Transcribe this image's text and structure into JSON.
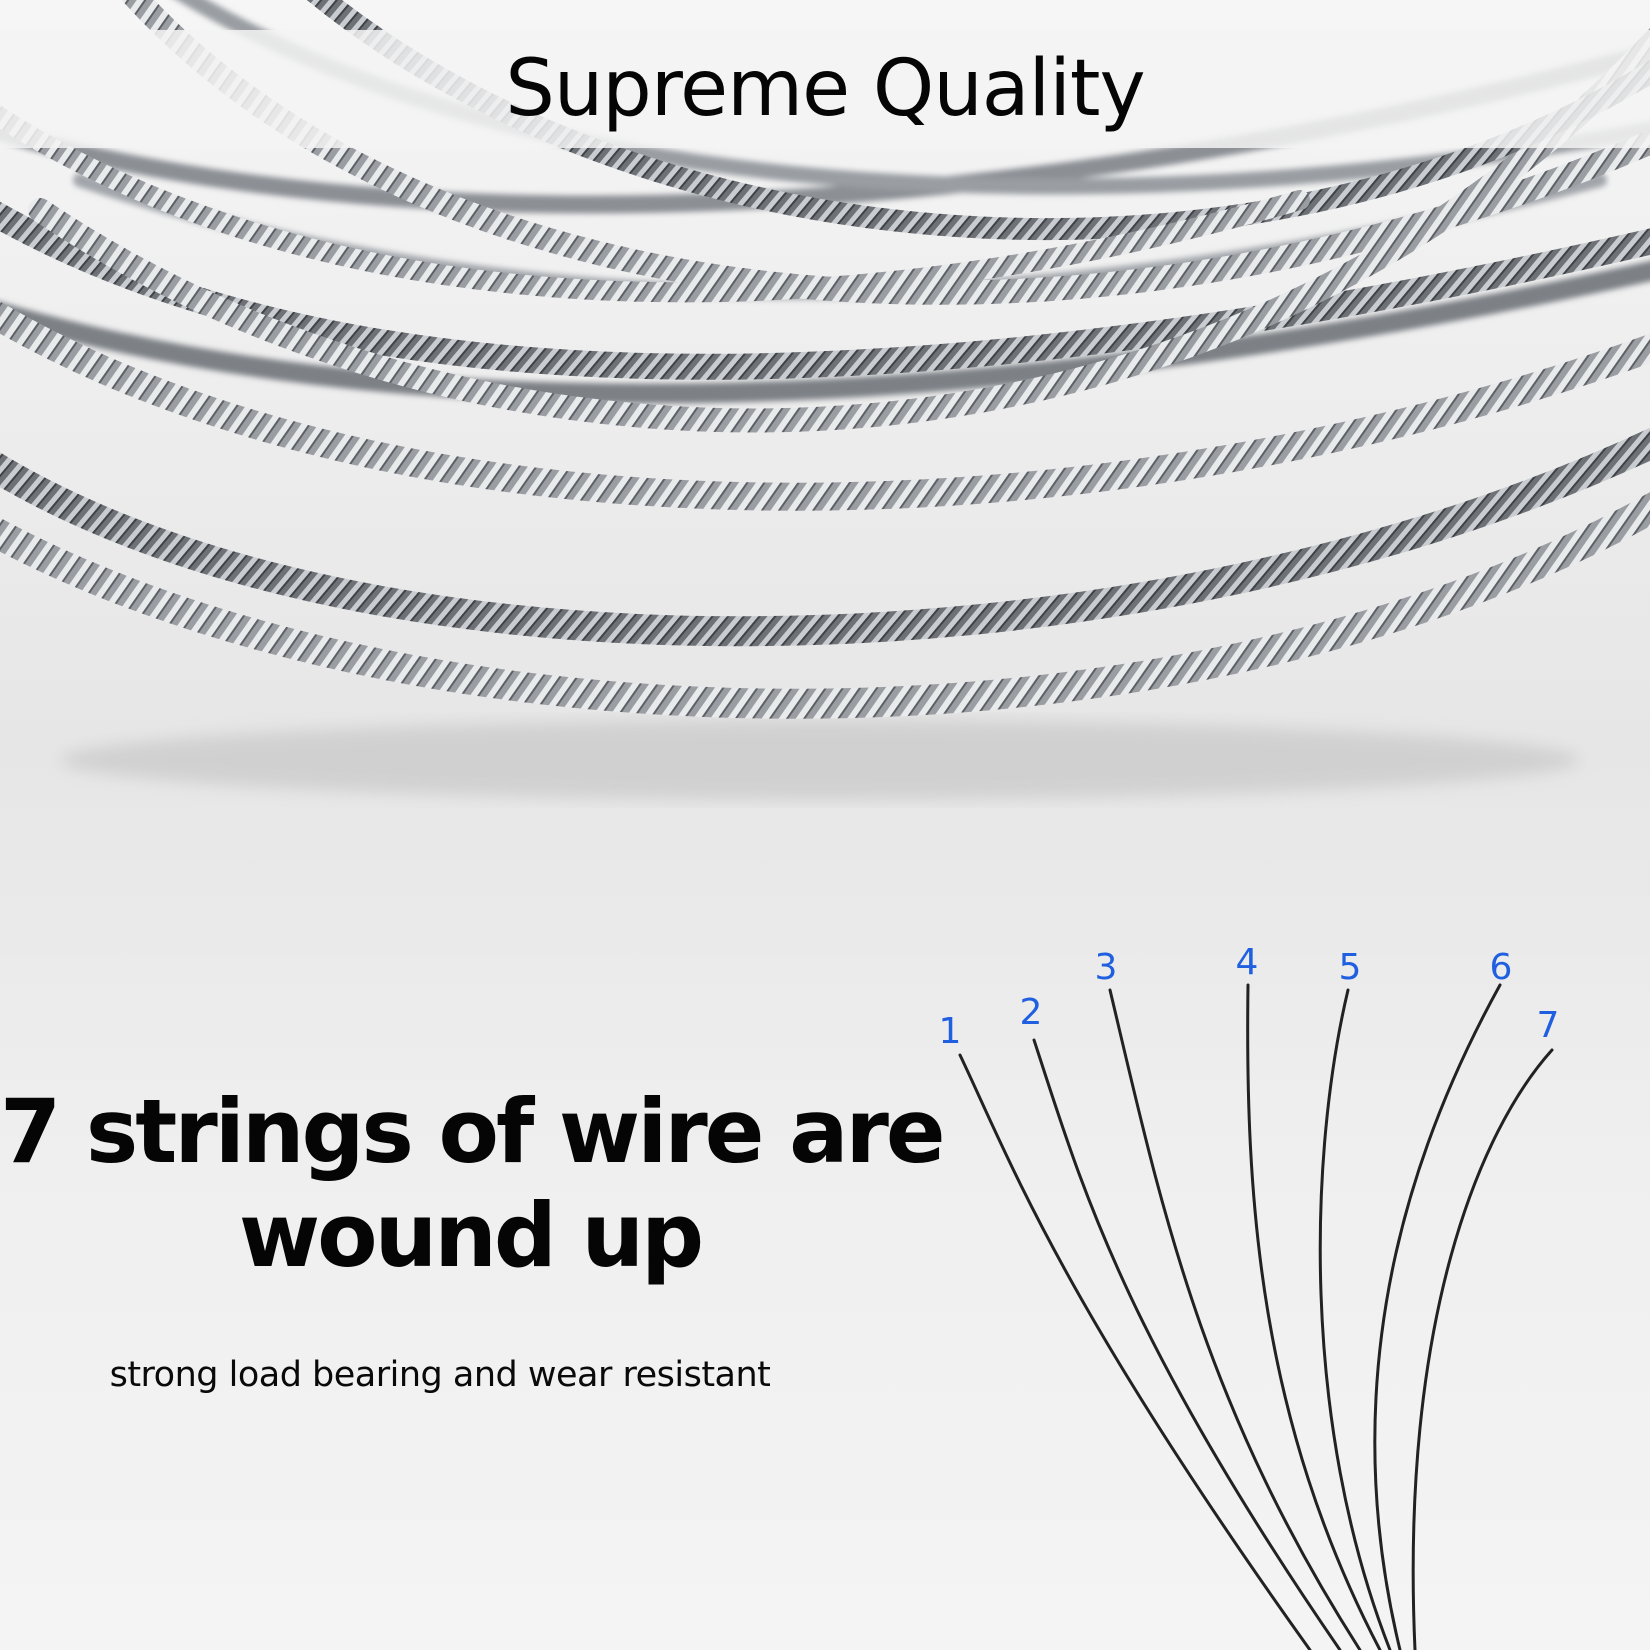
{
  "headline": "Supreme Quality",
  "feature": {
    "title_line1": "7 strings of wire are",
    "title_line2": "wound up",
    "subtitle": "strong load bearing and wear resistant"
  },
  "strand_labels": [
    "1",
    "2",
    "3",
    "4",
    "5",
    "6",
    "7"
  ],
  "colors": {
    "background": "#f0f0f0",
    "label_blue": "#1f5fe0",
    "text": "#050505",
    "cable": "#8a8e93"
  }
}
